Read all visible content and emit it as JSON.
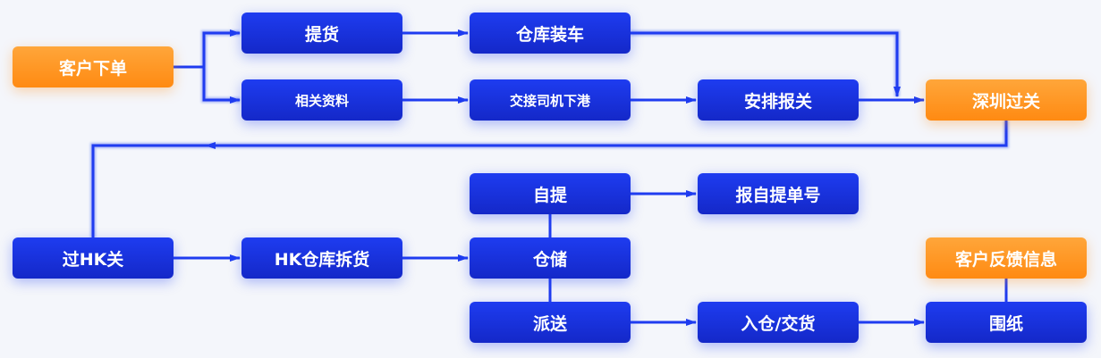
{
  "colors": {
    "flow": "#1f3cf0",
    "accent": "#ff8c16",
    "background": "#f4f6fb"
  },
  "nodes": {
    "order": "客户下单",
    "pickup": "提货",
    "documents": "相关资料",
    "loading": "仓库装车",
    "handover": "交接司机下港",
    "declaration": "安排报关",
    "shenzhen": "深圳过关",
    "hk_customs": "过HK关",
    "hk_unpack": "HK仓库拆货",
    "self_pickup": "自提",
    "report": "报自提单号",
    "storage": "仓储",
    "delivery": "派送",
    "warehouse_in": "入仓/交货",
    "feedback": "客户反馈信息",
    "receipt": "围纸"
  }
}
